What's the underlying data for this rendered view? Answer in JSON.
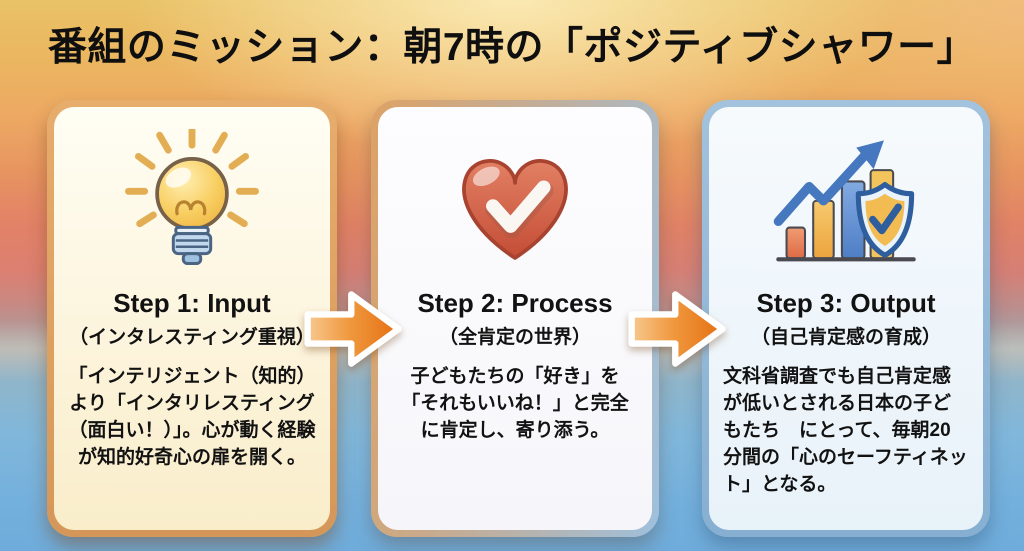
{
  "title": "番組のミッション：朝7時の「ポジティブシャワー」",
  "steps": [
    {
      "icon": "lightbulb-icon",
      "title": "Step 1: Input",
      "subtitle": "（インタレスティング重視）",
      "body": "「インテリジェント（知的）より「インタリレスティング（面白い！）」。心が動く経験が知的好奇心の扉を開く。"
    },
    {
      "icon": "heart-check-icon",
      "title": "Step 2: Process",
      "subtitle": "（全肯定の世界）",
      "body": "子どもたちの「好き」を「それもいいね！」と完全に肯定し、寄り添う。"
    },
    {
      "icon": "growth-chart-shield-icon",
      "title": "Step 3: Output",
      "subtitle": "（自己肯定感の育成）",
      "body": "文科省調査でも自己肯定感が低いとされる日本の子どもたち　にとって、毎朝20分間の「心のセーフティネット」となる。"
    }
  ],
  "arrows": {
    "icon": "arrow-right-icon",
    "count": 2
  },
  "colors": {
    "title_text": "#0f0f10",
    "body_text": "#121212",
    "background_top": "#e9c266",
    "background_middle": "#e08266",
    "background_bottom": "#6facdb",
    "card1_border": "#d49759",
    "card1_bg": "#fcf3da",
    "card2_border_left": "#dda266",
    "card2_border_right": "#9fc0dc",
    "card2_bg": "#fdfdff",
    "card3_border": "#86afd2",
    "card3_bg": "#e8f2f9",
    "arrow_gradient_start": "#f7c98f",
    "arrow_gradient_end": "#e56f12",
    "arrow_outline": "#ffffff"
  }
}
